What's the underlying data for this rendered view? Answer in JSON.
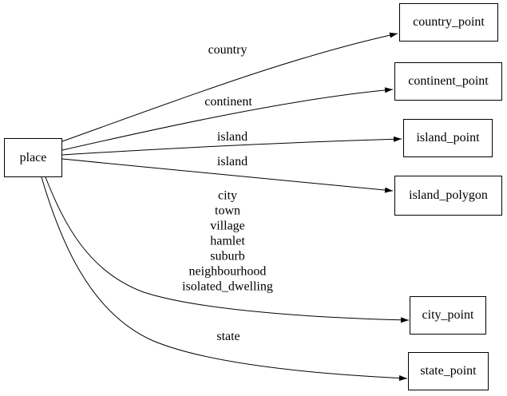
{
  "diagram": {
    "nodes": {
      "place": {
        "label": "place"
      },
      "country_point": {
        "label": "country_point"
      },
      "continent_point": {
        "label": "continent_point"
      },
      "island_point": {
        "label": "island_point"
      },
      "island_polygon": {
        "label": "island_polygon"
      },
      "city_point": {
        "label": "city_point"
      },
      "state_point": {
        "label": "state_point"
      }
    },
    "edges": [
      {
        "from": "place",
        "to": "country_point",
        "label": "country"
      },
      {
        "from": "place",
        "to": "continent_point",
        "label": "continent"
      },
      {
        "from": "place",
        "to": "island_point",
        "label": "island"
      },
      {
        "from": "place",
        "to": "island_polygon",
        "label": "island"
      },
      {
        "from": "place",
        "to": "city_point",
        "label_lines": [
          "city",
          "town",
          "village",
          "hamlet",
          "suburb",
          "neighbourhood",
          "isolated_dwelling"
        ]
      },
      {
        "from": "place",
        "to": "state_point",
        "label": "state"
      }
    ],
    "colors": {
      "stroke": "#000000",
      "background": "#ffffff",
      "text": "#000000"
    }
  }
}
